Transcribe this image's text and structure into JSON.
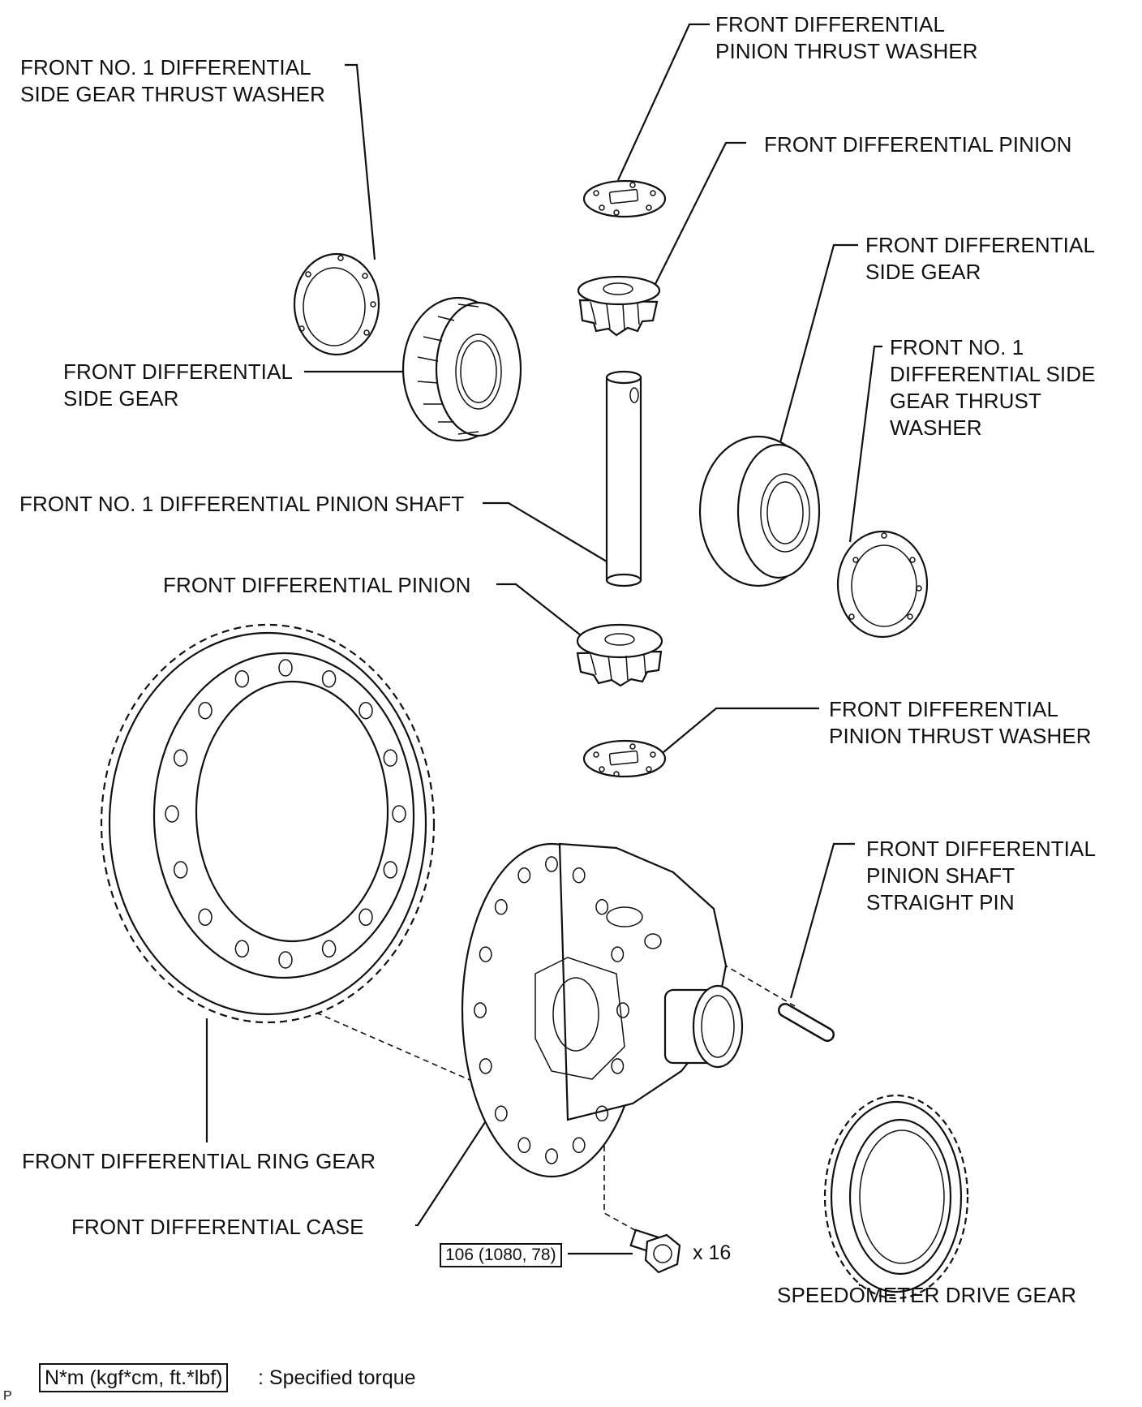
{
  "labels": {
    "pinion_thrust_washer_top": "FRONT DIFFERENTIAL\nPINION THRUST WASHER",
    "side_gear_thrust_washer_left": "FRONT NO. 1 DIFFERENTIAL\nSIDE GEAR THRUST WASHER",
    "pinion_top": "FRONT DIFFERENTIAL PINION",
    "side_gear_right": "FRONT DIFFERENTIAL\nSIDE GEAR",
    "side_gear_left": "FRONT DIFFERENTIAL\nSIDE GEAR",
    "side_gear_thrust_washer_right": "FRONT NO. 1\nDIFFERENTIAL SIDE\nGEAR THRUST\nWASHER",
    "pinion_shaft": "FRONT NO. 1 DIFFERENTIAL PINION SHAFT",
    "pinion_bottom": "FRONT DIFFERENTIAL PINION",
    "pinion_thrust_washer_bottom": "FRONT DIFFERENTIAL\nPINION THRUST WASHER",
    "straight_pin": "FRONT DIFFERENTIAL\nPINION SHAFT\nSTRAIGHT PIN",
    "ring_gear": "FRONT DIFFERENTIAL RING GEAR",
    "case": "FRONT DIFFERENTIAL CASE",
    "speedometer_gear": "SPEEDOMETER DRIVE GEAR"
  },
  "torque": {
    "spec": "106 (1080, 78)",
    "quantity": "x 16"
  },
  "legend": {
    "units": "N*m (kgf*cm, ft.*lbf)",
    "meaning": ": Specified torque"
  },
  "corner_mark": "P",
  "colors": {
    "line": "#111111",
    "background": "#ffffff"
  }
}
